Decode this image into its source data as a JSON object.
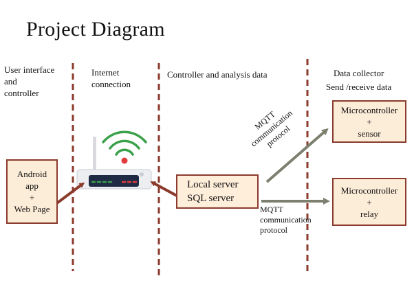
{
  "title": "Project Diagram",
  "columns": {
    "user_interface": "User interface\n and\ncontroller",
    "internet": "Internet\nconnection",
    "controller_analysis": "Controller  and analysis  data",
    "data_collector": "Data collector\nSend /receive data"
  },
  "boxes": {
    "android": [
      "Android",
      "app",
      "+",
      "Web Page"
    ],
    "local_server": [
      "Local server",
      "SQL server"
    ],
    "mc_sensor": [
      "Microcontroller",
      "+",
      "sensor"
    ],
    "mc_relay": [
      "Microcontroller",
      "+",
      "relay"
    ]
  },
  "labels": {
    "mqtt_upper": "MQTT\ncommunication\nprotocol",
    "mqtt_lower": "MQTT\ncommunication\nprotocol"
  },
  "colors": {
    "divider": "#8b3a2c",
    "box_border": "#8b3a2c",
    "box_fill": "#fcedd8",
    "arrow_red": "#8b3a2c",
    "arrow_gray": "#7d7f6f",
    "router_body": "#1f2a44",
    "wifi_green": "#3aa14a",
    "wifi_dot": "#e23b3b"
  },
  "icons": {
    "router": "wifi-router-icon"
  }
}
